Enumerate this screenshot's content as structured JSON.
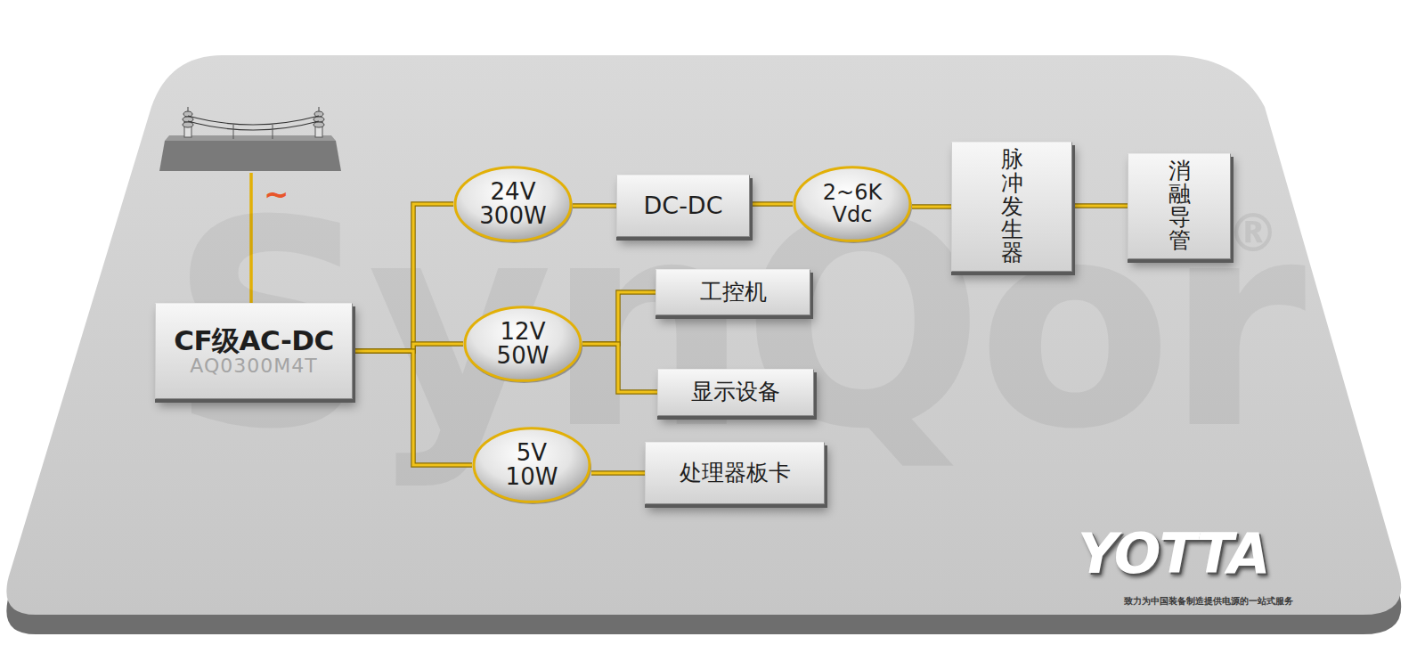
{
  "diagram": {
    "nodes": [
      {
        "text": [
          "CF级AC-DC",
          "AQ0300M4T"
        ]
      },
      {
        "text": [
          "24V 300W"
        ]
      },
      {
        "text": [
          "DC-DC"
        ]
      },
      {
        "text": [
          "2~6K Vdc"
        ]
      },
      {
        "text": [
          "脉冲 发生器"
        ]
      },
      {
        "text": [
          "消融 导管"
        ]
      },
      {
        "text": [
          "12V 50W"
        ]
      },
      {
        "text": [
          "工控机"
        ]
      },
      {
        "text": [
          "显示设备"
        ]
      },
      {
        "text": [
          "5V 10W"
        ]
      },
      {
        "text": [
          "处理器板卡"
        ]
      }
    ],
    "edges": [
      {
        "from": 0,
        "to": 1,
        "arrow": "none"
      },
      {
        "from": 1,
        "to": 2,
        "arrow": "none"
      },
      {
        "from": 2,
        "to": 3,
        "arrow": "none"
      },
      {
        "from": 3,
        "to": 4,
        "arrow": "none"
      },
      {
        "from": 4,
        "to": 5,
        "arrow": "none"
      },
      {
        "from": 0,
        "to": 6,
        "arrow": "none"
      },
      {
        "from": 6,
        "to": 7,
        "arrow": "none"
      },
      {
        "from": 6,
        "to": 8,
        "arrow": "none"
      },
      {
        "from": 0,
        "to": 9,
        "arrow": "none"
      },
      {
        "from": 9,
        "to": 10,
        "arrow": "none"
      }
    ],
    "labels": [
      "~",
      "SynQor",
      "®",
      "YOTTA",
      "致力为中国装备制造提供电源的一站式服务"
    ]
  }
}
